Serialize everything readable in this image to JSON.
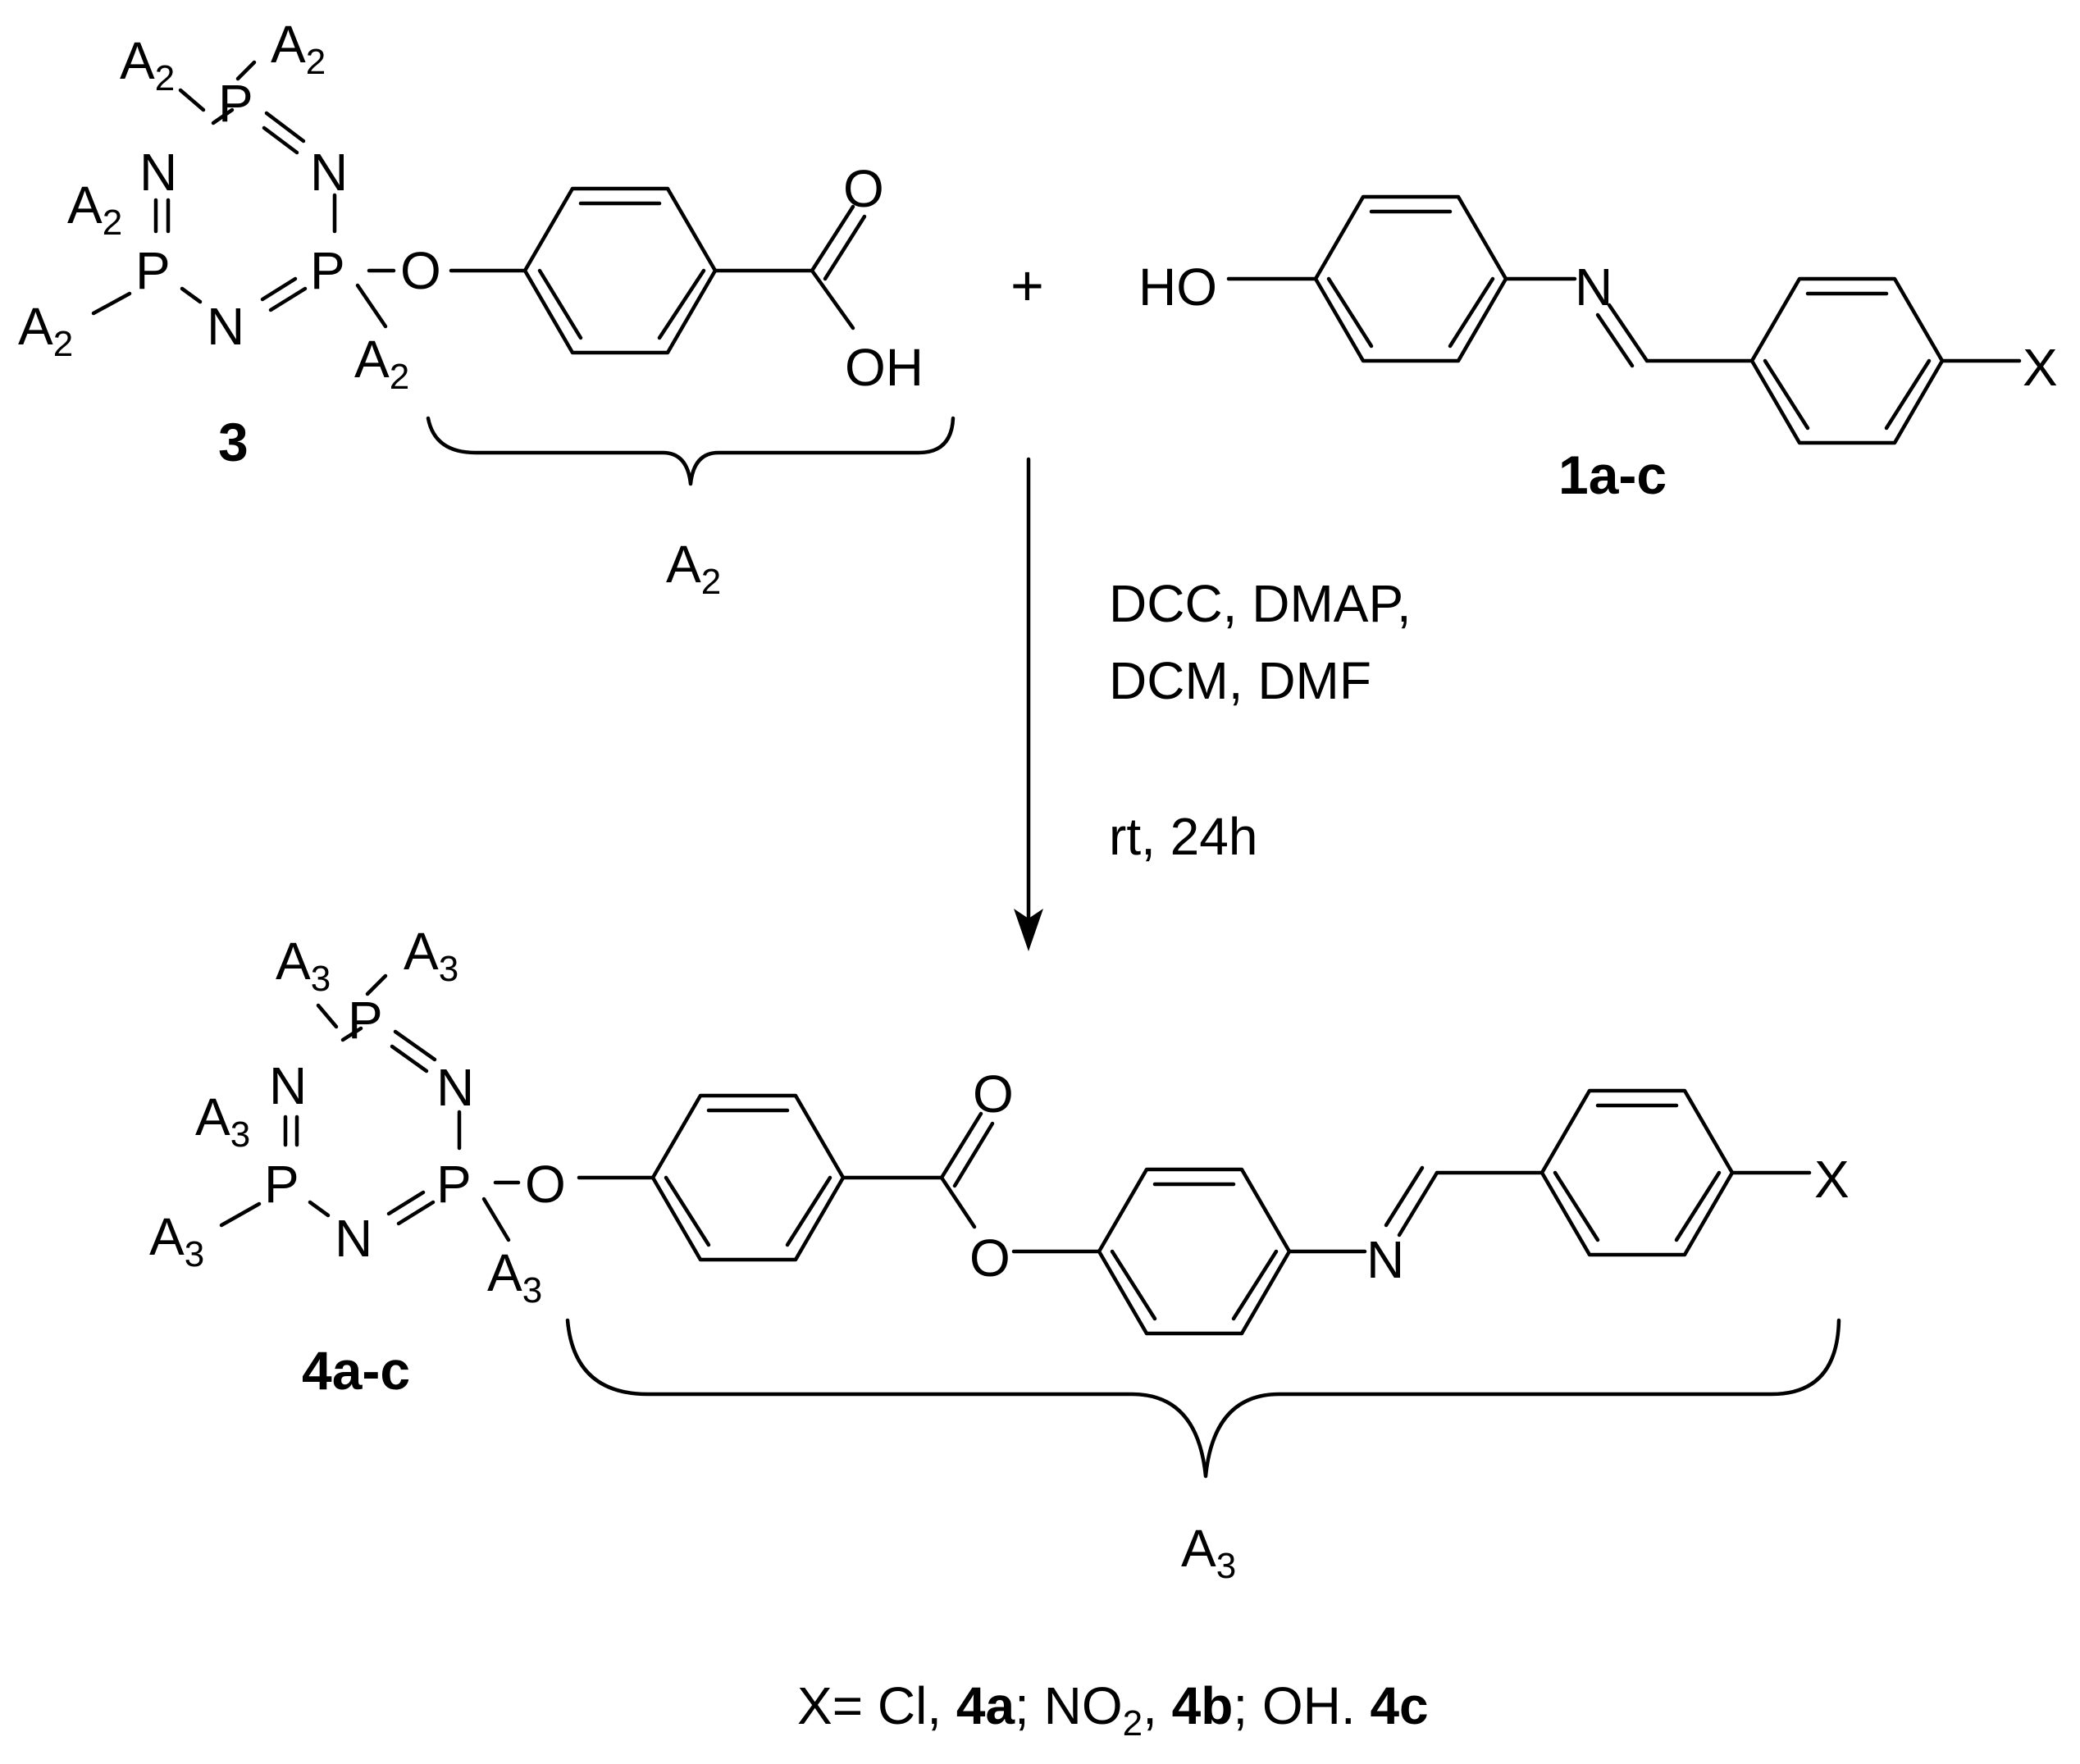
{
  "atoms": {
    "P": "P",
    "N": "N",
    "O": "O",
    "OH": "OH",
    "HO": "HO",
    "X": "X",
    "A": "A",
    "sub2": "2",
    "sub3": "3"
  },
  "compounds": {
    "c3": "3",
    "c1": "1a-c",
    "c4": "4a-c"
  },
  "plus_sign": "+",
  "conditions": {
    "line1": "DCC, DMAP,",
    "line2": "DCM, DMF",
    "line3": "rt, 24h"
  },
  "footnote": {
    "t1": "X= Cl, ",
    "b1": "4a",
    "t2": "; NO",
    "t2sub": "2",
    "t3": ", ",
    "b2": "4b",
    "t4": "; OH. ",
    "b3": "4c"
  }
}
